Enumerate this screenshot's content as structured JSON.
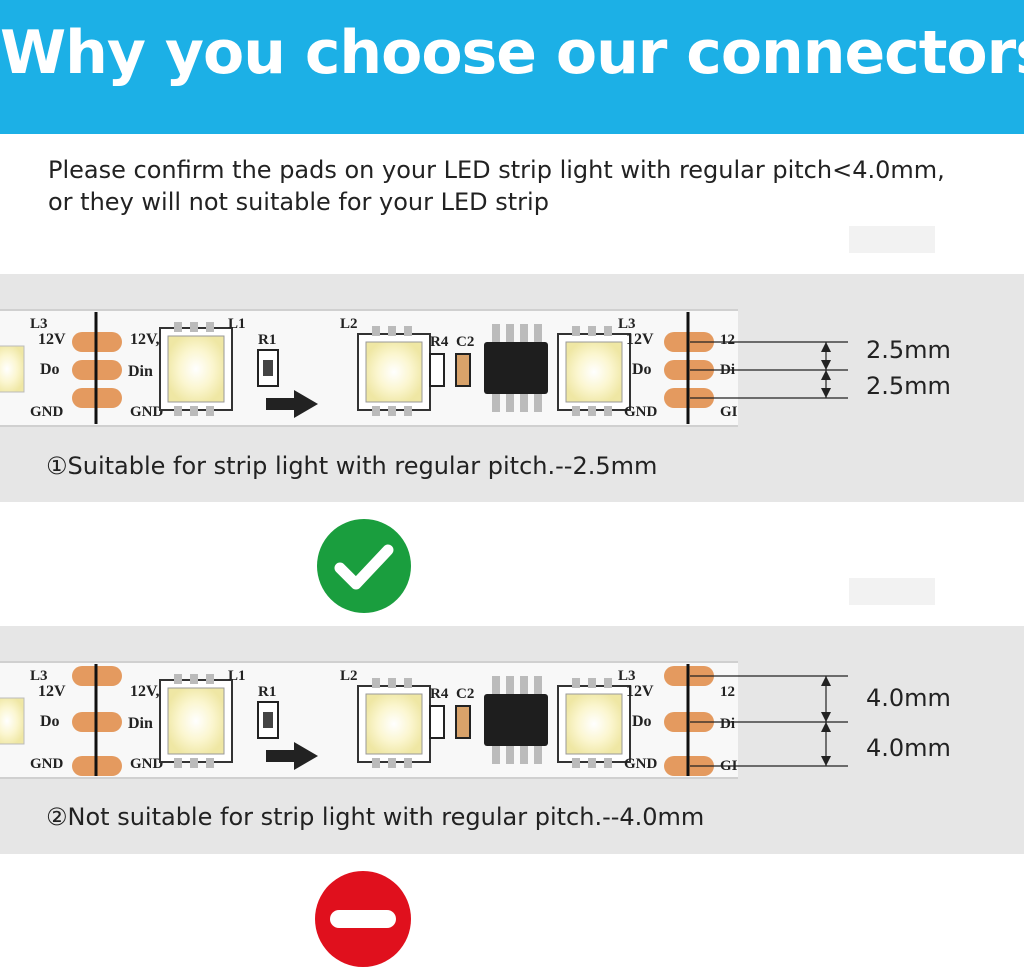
{
  "header": {
    "title": "Why you choose our connectors",
    "bg_color": "#1cb0e6"
  },
  "intro": {
    "line1": "Please confirm the pads on your LED strip light with regular pitch<4.0mm,",
    "line2": "or they will not suitable for your LED strip"
  },
  "strip_labels": {
    "l1": "L1",
    "l2": "L2",
    "l3": "L3",
    "r1": "R1",
    "r4": "R4",
    "c2": "C2",
    "v12": "12V",
    "v12_comma": "12V,",
    "din": "Din",
    "do": "Do",
    "gnd": "GND",
    "v12_partial": "12",
    "di_partial": "Di",
    "gi_partial": "GI"
  },
  "example_suitable": {
    "caption": "①Suitable for strip light with regular pitch.--2.5mm",
    "pitch_top": "2.5mm",
    "pitch_bottom": "2.5mm",
    "pitch_value_mm": 2.5,
    "verdict_icon": "check-icon",
    "verdict_color": "#1a9e3e"
  },
  "example_unsuitable": {
    "caption": "②Not suitable for strip light with regular pitch.--4.0mm",
    "pitch_top": "4.0mm",
    "pitch_bottom": "4.0mm",
    "pitch_value_mm": 4.0,
    "verdict_icon": "no-entry-icon",
    "verdict_color": "#e0101d"
  },
  "colors": {
    "pad": "#e49a5f",
    "panel": "#e6e6e6",
    "strip": "#f7f7f7",
    "led": "#fbf6cf"
  }
}
